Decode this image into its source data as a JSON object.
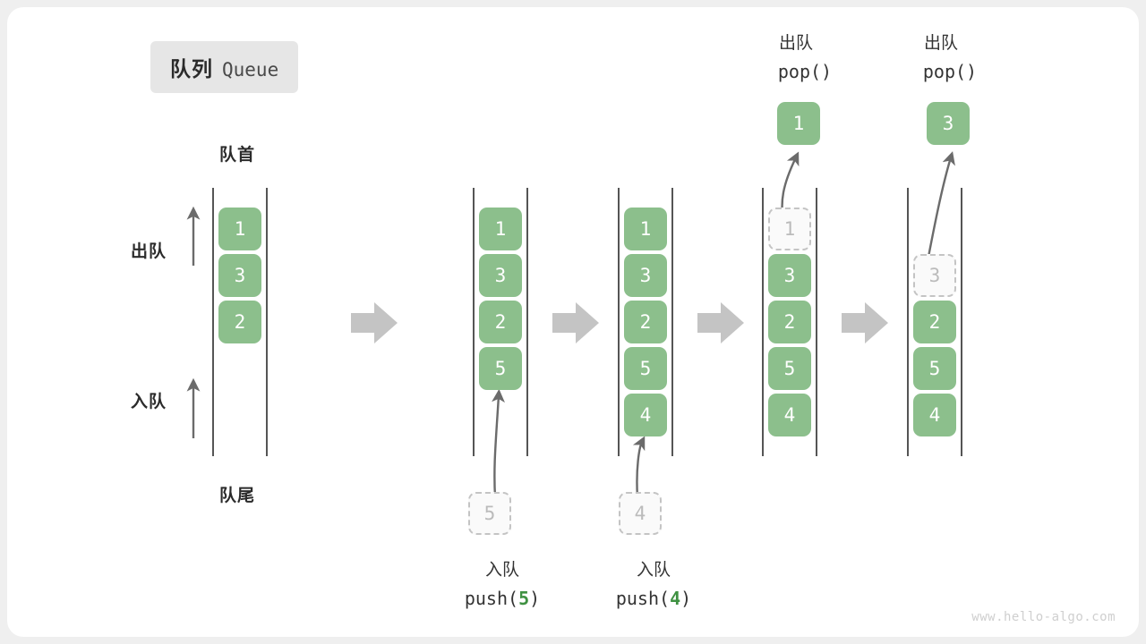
{
  "page": {
    "background": "#efefef",
    "card_background": "#ffffff",
    "accent_green": "#8cbf8c",
    "ghost_gray": "#bbbbbb",
    "arrow_gray": "#6b6b6b",
    "block_arrow_gray": "#c4c4c4",
    "watermark": "www.hello-algo.com"
  },
  "title": {
    "cn": "队列",
    "en": "Queue"
  },
  "labels": {
    "front": "队首",
    "back": "队尾",
    "dequeue": "出队",
    "enqueue": "入队"
  },
  "steps": [
    {
      "id": "initial",
      "items": [
        "1",
        "3",
        "2"
      ],
      "ghost_index": null,
      "caption_cn": "",
      "caption_code": "",
      "caption_value": ""
    },
    {
      "id": "push-5",
      "items": [
        "1",
        "3",
        "2",
        "5"
      ],
      "ghost_index": null,
      "caption_cn": "入队",
      "caption_code_prefix": "push(",
      "caption_value": "5",
      "caption_code_suffix": ")",
      "float_ghost": "5"
    },
    {
      "id": "push-4",
      "items": [
        "1",
        "3",
        "2",
        "5",
        "4"
      ],
      "ghost_index": null,
      "caption_cn": "入队",
      "caption_code_prefix": "push(",
      "caption_value": "4",
      "caption_code_suffix": ")",
      "float_ghost": "4"
    },
    {
      "id": "pop-1",
      "items": [
        "1",
        "3",
        "2",
        "5",
        "4"
      ],
      "ghost_index": 0,
      "top_label_cn": "出队",
      "top_label_code": "pop()",
      "popped": "1"
    },
    {
      "id": "pop-3",
      "items": [
        "",
        "3",
        "2",
        "5",
        "4"
      ],
      "ghost_index": 1,
      "top_label_cn": "出队",
      "top_label_code": "pop()",
      "popped": "3"
    }
  ]
}
